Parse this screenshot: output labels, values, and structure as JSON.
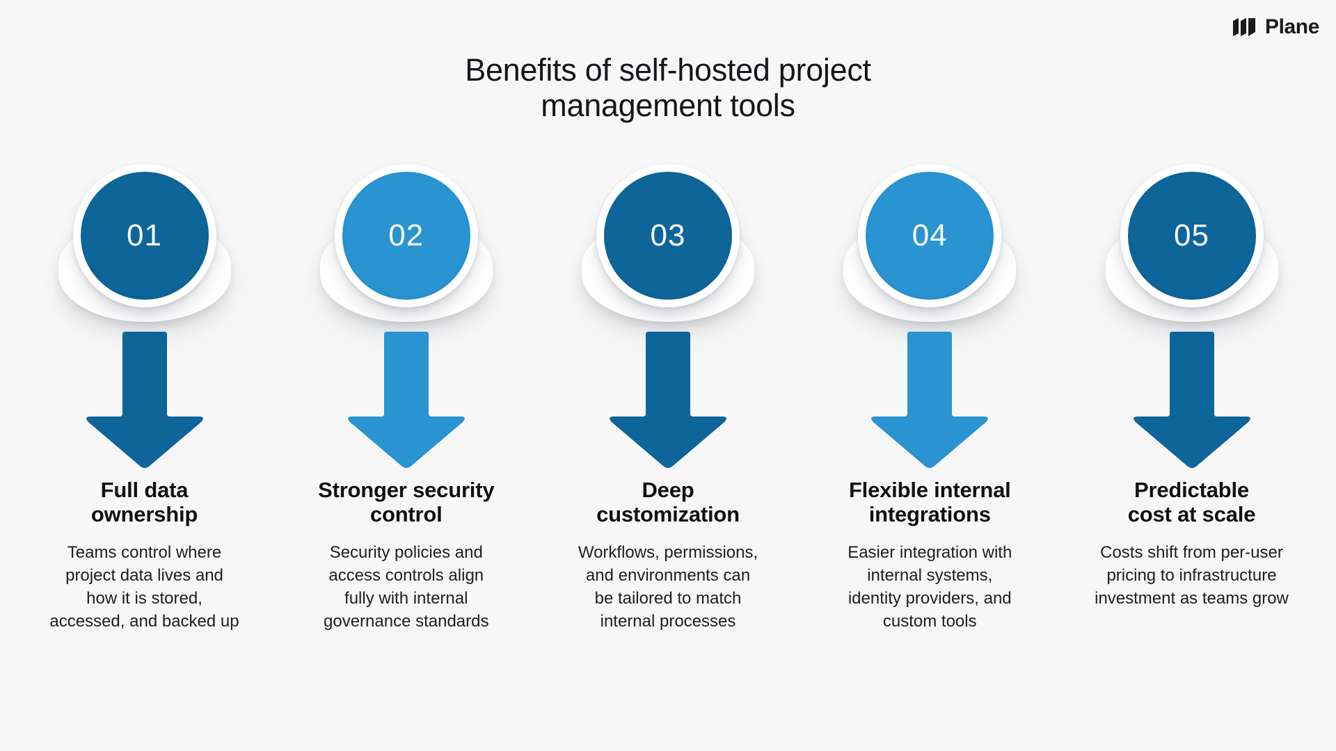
{
  "brand": {
    "name": "Plane",
    "logo_icon": "plane-logo-icon"
  },
  "title": {
    "line1": "Benefits of self-hosted project",
    "line2": "management tools",
    "full": "Benefits of self-hosted project management tools"
  },
  "colors": {
    "background": "#f7f7f7",
    "dark_blue": "#0d6599",
    "light_blue": "#2a93d1",
    "text": "#101114",
    "number_text": "#ffffff",
    "ring": "#ffffff"
  },
  "steps": [
    {
      "number": "01",
      "color": "#0d6599",
      "heading": "Full data ownership",
      "heading_lines": [
        "Full data",
        "ownership"
      ],
      "description": "Teams control where project data lives and how it is stored, accessed, and backed up",
      "description_lines": [
        "Teams control where",
        "project data lives and",
        "how it is stored,",
        "accessed, and backed up"
      ]
    },
    {
      "number": "02",
      "color": "#2a93d1",
      "heading": "Stronger security control",
      "heading_lines": [
        "Stronger security",
        "control"
      ],
      "description": "Security policies and access controls align fully with internal governance standards",
      "description_lines": [
        "Security policies and",
        "access controls align",
        "fully with internal",
        "governance standards"
      ]
    },
    {
      "number": "03",
      "color": "#0d6599",
      "heading": "Deep customization",
      "heading_lines": [
        "Deep",
        "customization"
      ],
      "description": "Workflows, permissions, and environments can be tailored to match internal processes",
      "description_lines": [
        "Workflows, permissions,",
        "and environments can",
        "be tailored to match",
        "internal processes"
      ]
    },
    {
      "number": "04",
      "color": "#2a93d1",
      "heading": "Flexible internal integrations",
      "heading_lines": [
        "Flexible internal",
        "integrations"
      ],
      "description": "Easier integration with internal systems, identity providers, and custom tools",
      "description_lines": [
        "Easier integration with",
        "internal systems,",
        "identity providers, and",
        "custom tools"
      ]
    },
    {
      "number": "05",
      "color": "#0d6599",
      "heading": "Predictable cost at scale",
      "heading_lines": [
        "Predictable",
        "cost at scale"
      ],
      "description": "Costs shift from per-user pricing to infrastructure investment as teams grow",
      "description_lines": [
        "Costs shift from per-user",
        "pricing to infrastructure",
        "investment as teams grow"
      ]
    }
  ]
}
